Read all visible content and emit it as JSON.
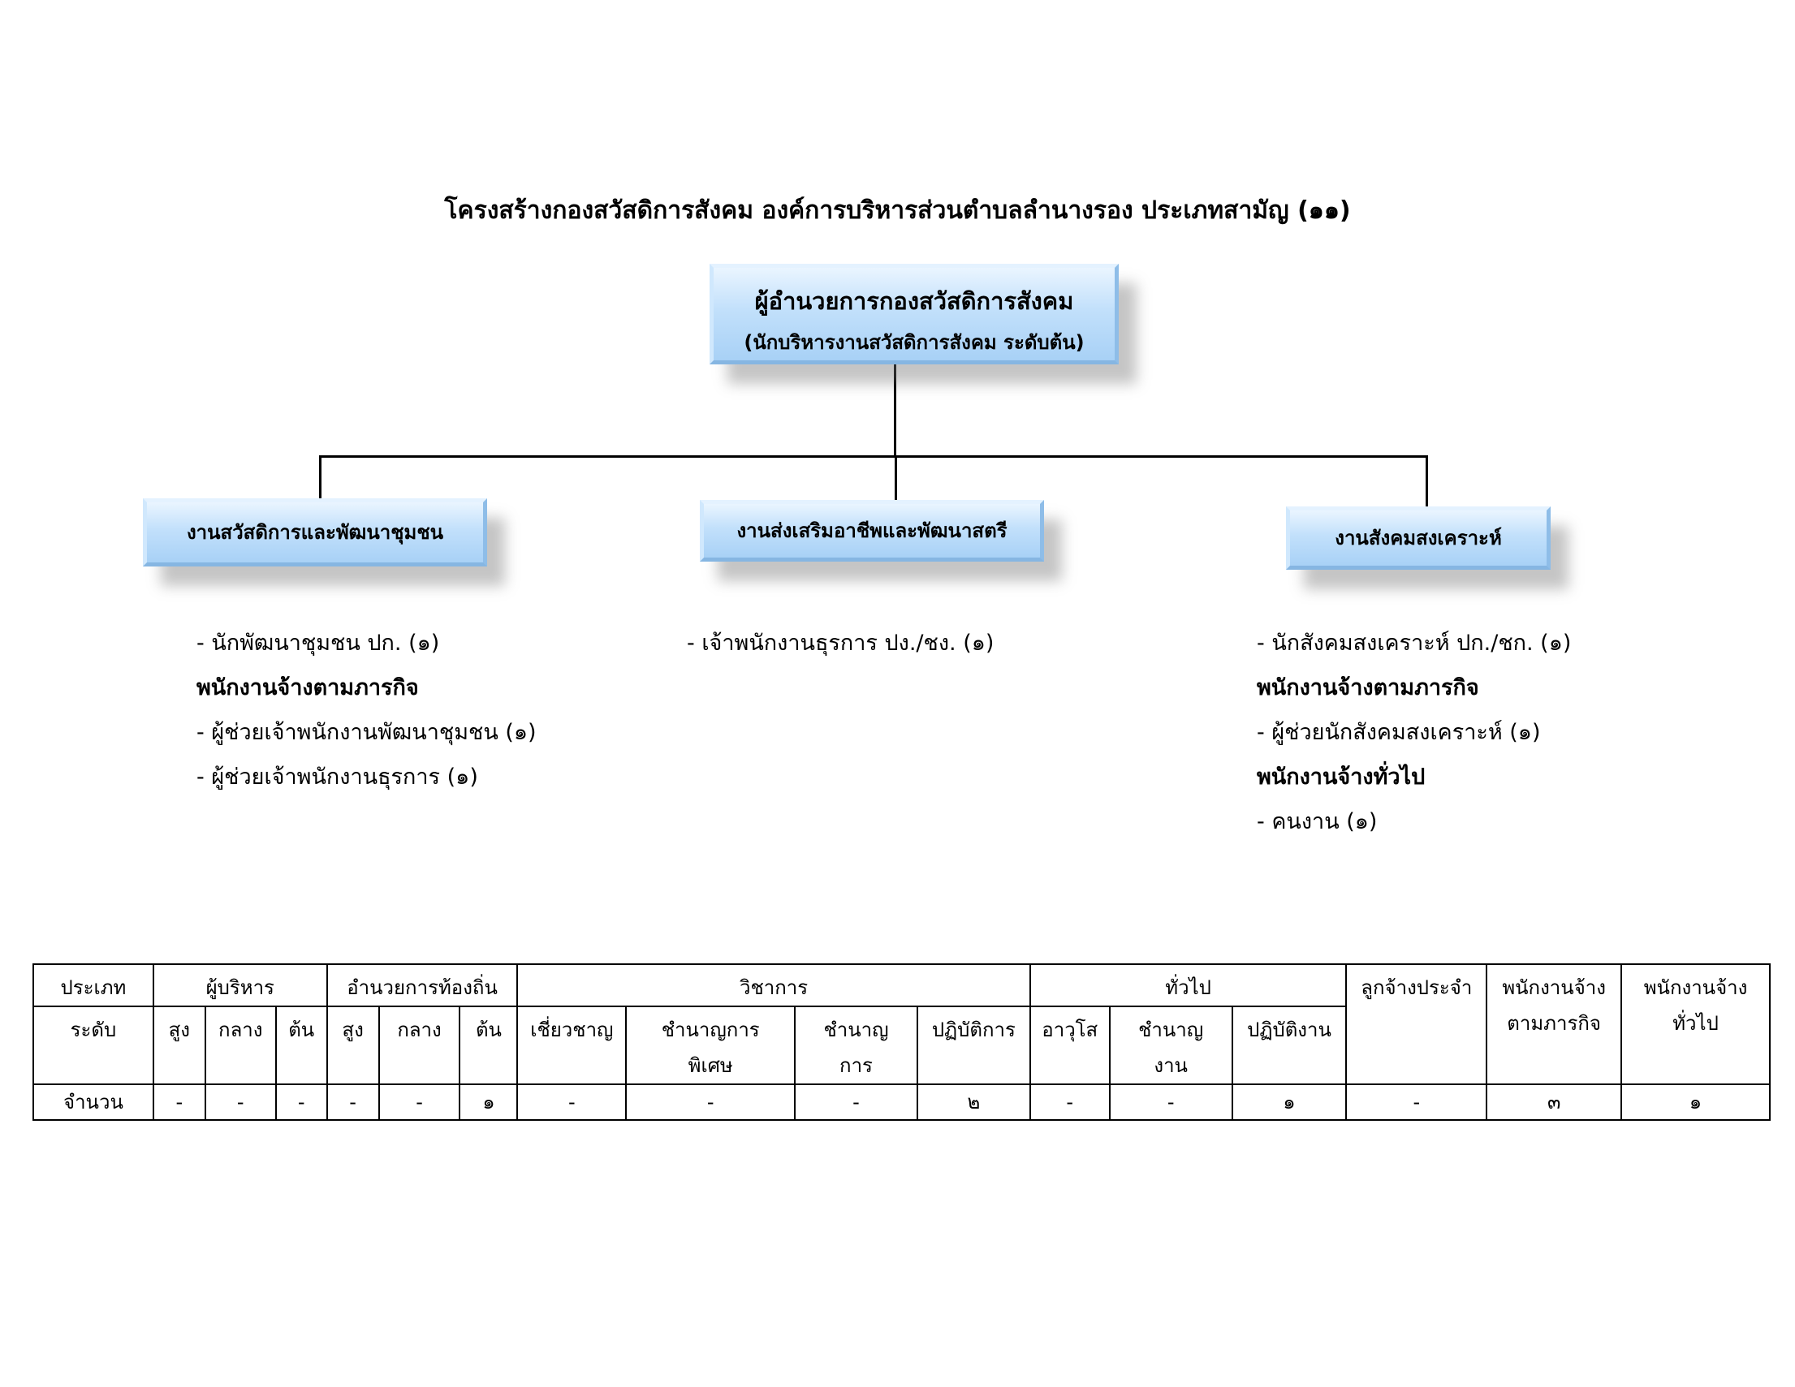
{
  "title": "โครงสร้างกองสวัสดิการสังคม องค์การบริหารส่วนตำบลลำนางรอง ประเภทสามัญ (๑๑)",
  "head": {
    "line1": "ผู้อำนวยการกองสวัสดิการสังคม",
    "line2": "(นักบริหารงานสวัสดิการสังคม ระดับต้น)"
  },
  "departments": [
    {
      "name": "งานสวัสดิการและพัฒนาชุมชน",
      "positions": [
        {
          "text": "- นักพัฒนาชุมชน ปก. (๑)",
          "bold": false
        },
        {
          "text": "พนักงานจ้างตามภารกิจ",
          "bold": true
        },
        {
          "text": "- ผู้ช่วยเจ้าพนักงานพัฒนาชุมชน (๑)",
          "bold": false
        },
        {
          "text": "- ผู้ช่วยเจ้าพนักงานธุรการ (๑)",
          "bold": false
        }
      ]
    },
    {
      "name": "งานส่งเสริมอาชีพและพัฒนาสตรี",
      "positions": [
        {
          "text": "- เจ้าพนักงานธุรการ ปง./ชง. (๑)",
          "bold": false
        }
      ]
    },
    {
      "name": "งานสังคมสงเคราะห์",
      "positions": [
        {
          "text": "- นักสังคมสงเคราะห์ ปก./ชก. (๑)",
          "bold": false
        },
        {
          "text": "พนักงานจ้างตามภารกิจ",
          "bold": true
        },
        {
          "text": "- ผู้ช่วยนักสังคมสงเคราะห์ (๑)",
          "bold": false
        },
        {
          "text": "พนักงานจ้างทั่วไป",
          "bold": true
        },
        {
          "text": "- คนงาน (๑)",
          "bold": false
        }
      ]
    }
  ],
  "summary_table": {
    "type_label": "ประเภท",
    "level_label": "ระดับ",
    "count_label": "จำนวน",
    "groups": {
      "executive": "ผู้บริหาร",
      "local_director": "อำนวยการท้องถิ่น",
      "academic": "วิชาการ",
      "general": "ทั่วไป",
      "permanent_employee": "ลูกจ้างประจำ",
      "mission_staff_1": "พนักงานจ้าง",
      "mission_staff_2": "ตามภารกิจ",
      "general_staff_1": "พนักงานจ้าง",
      "general_staff_2": "ทั่วไป"
    },
    "levels": {
      "high": "สูง",
      "middle": "กลาง",
      "initial": "ต้น",
      "expert": "เชี่ยวชาญ",
      "senior_special_1": "ชำนาญการ",
      "senior_special_2": "พิเศษ",
      "professional_1": "ชำนาญ",
      "professional_2": "การ",
      "practitioner": "ปฏิบัติการ",
      "senior": "อาวุโส",
      "experienced_1": "ชำนาญ",
      "experienced_2": "งาน",
      "operational": "ปฏิบัติงาน"
    },
    "counts": [
      "-",
      "-",
      "-",
      "-",
      "-",
      "๑",
      "-",
      "-",
      "-",
      "๒",
      "-",
      "-",
      "๑",
      "-",
      "๓",
      "๑"
    ]
  }
}
